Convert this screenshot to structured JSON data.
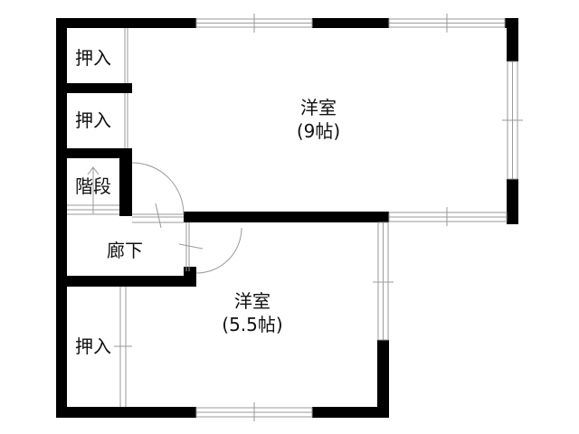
{
  "floor_plan": {
    "rooms": {
      "western_9": {
        "name": "洋室",
        "size": "(9帖)"
      },
      "western_5_5": {
        "name": "洋室",
        "size": "(5.5帖)"
      },
      "closet_top": {
        "name": "押入"
      },
      "closet_second": {
        "name": "押入"
      },
      "closet_bottom": {
        "name": "押入"
      },
      "stairs": {
        "name": "階段"
      },
      "hallway": {
        "name": "廊下"
      }
    },
    "colors": {
      "wall": "#000000",
      "thin_line": "#9a9a9a",
      "background": "#ffffff"
    }
  }
}
